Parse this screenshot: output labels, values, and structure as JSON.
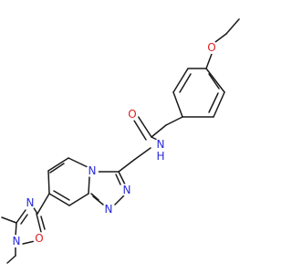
{
  "atoms": {
    "ether_oxygen": "O",
    "carbonyl_oxygen": "O",
    "amide_nitrogen": "N",
    "amide_hydrogen": "H",
    "triazole_n4": "N",
    "triazole_n1": "N",
    "triazole_n2": "N",
    "oxadiazole_n_top": "N",
    "oxadiazole_o": "O",
    "oxadiazole_n_bottom": "N"
  },
  "colors": {
    "carbon_bond": "#1a1a1a",
    "nitrogen": "#2a2ad8",
    "oxygen": "#e02020",
    "background": "#ffffff"
  }
}
